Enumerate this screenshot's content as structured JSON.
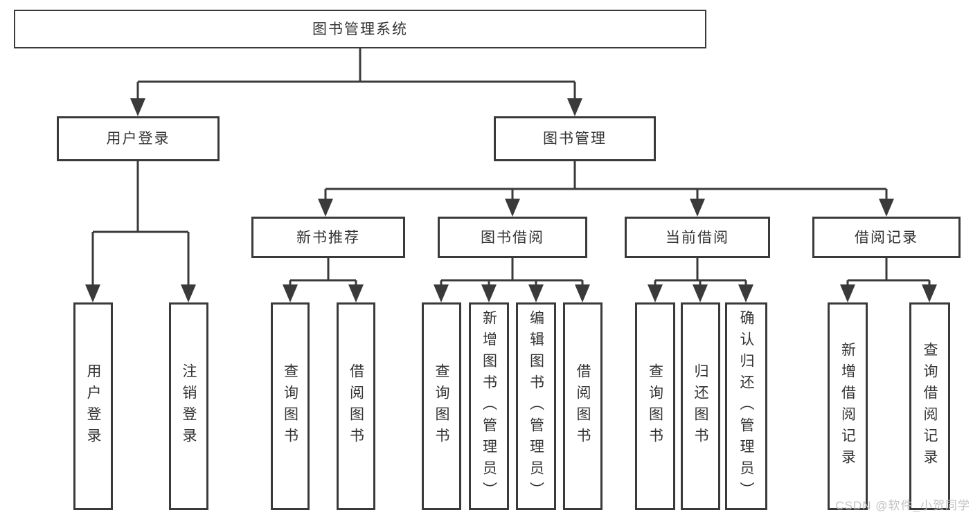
{
  "diagram": {
    "type": "hierarchy-tree",
    "orientation": "top-down",
    "colors": {
      "line": "#3a3a3a",
      "box_border": "#3a3a3a",
      "text": "#333333",
      "background": "#ffffff",
      "watermark_text": "#c5c2c2"
    }
  },
  "tree": {
    "label": "图书管理系统",
    "children": [
      {
        "label": "用户登录",
        "children": [
          {
            "label": "用户登录"
          },
          {
            "label": "注销登录"
          }
        ]
      },
      {
        "label": "图书管理",
        "children": [
          {
            "label": "新书推荐",
            "children": [
              {
                "label": "查询图书"
              },
              {
                "label": "借阅图书"
              }
            ]
          },
          {
            "label": "图书借阅",
            "children": [
              {
                "label": "查询图书"
              },
              {
                "label": "新增图书（管理员）"
              },
              {
                "label": "编辑图书（管理员）"
              },
              {
                "label": "借阅图书"
              }
            ]
          },
          {
            "label": "当前借阅",
            "children": [
              {
                "label": "查询图书"
              },
              {
                "label": "归还图书"
              },
              {
                "label": "确认归还（管理员）"
              }
            ]
          },
          {
            "label": "借阅记录",
            "children": [
              {
                "label": "新增借阅记录"
              },
              {
                "label": "查询借阅记录"
              }
            ]
          }
        ]
      }
    ]
  },
  "watermark": "CSDN @软件_小贺同学"
}
